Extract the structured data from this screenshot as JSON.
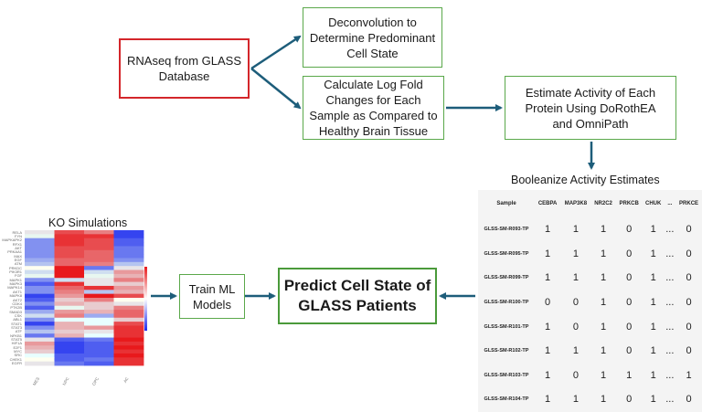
{
  "nodes": {
    "rnaseq": "RNAseq from GLASS\nDatabase",
    "deconvolution": "Deconvolution to\nDetermine Predominant\nCell State",
    "logfold": "Calculate Log Fold\nChanges for Each\nSample as Compared to\nHealthy Brain Tissue",
    "estimate": "Estimate Activity of Each\nProtein Using DoRothEA\nand OmniPath",
    "train": "Train ML\nModels",
    "predict": "Predict Cell State of\nGLASS Patients"
  },
  "ko_title": "KO Simulations",
  "booleanize_title": "Booleanize Activity Estimates",
  "heatmap": {
    "row_labels": [
      "RELA",
      "FYN",
      "MAPKAPK2",
      "RFX1",
      "AKT",
      "PRKAA1",
      "MAX",
      "EGF",
      "ATM",
      "PRKDC",
      "PIK3R1",
      "FGF",
      "MAPK1",
      "MAPK3",
      "MAPK14",
      "AKT1",
      "MAPK8",
      "AKT2",
      "CDK4",
      "PTK2B",
      "SMAD3",
      "CSK",
      "ABL1",
      "STAT1",
      "STAT3",
      "ATF",
      "NFKB1",
      "STAT5",
      "HIF1A",
      "E2F1",
      "MYC",
      "SRC",
      "CHEK1",
      "EGFR"
    ],
    "col_labels": [
      "MES",
      "NPC",
      "OPC",
      "AC"
    ],
    "colors": {
      "high": "#e8191c",
      "low": "#1c2bf0",
      "mid": "#ffffff"
    }
  },
  "table": {
    "headers": [
      "Sample",
      "CEBPA",
      "MAP3K8",
      "NR2C2",
      "PRKCB",
      "CHUK",
      "...",
      "PRKCE"
    ],
    "rows": [
      [
        "GLSS-SM-R093-TP",
        "1",
        "1",
        "1",
        "0",
        "1",
        "...",
        "0"
      ],
      [
        "GLSS-SM-R095-TP",
        "1",
        "1",
        "1",
        "0",
        "1",
        "...",
        "0"
      ],
      [
        "GLSS-SM-R099-TP",
        "1",
        "1",
        "1",
        "0",
        "1",
        "...",
        "0"
      ],
      [
        "GLSS-SM-R100-TP",
        "0",
        "0",
        "1",
        "0",
        "1",
        "...",
        "0"
      ],
      [
        "GLSS-SM-R101-TP",
        "1",
        "0",
        "1",
        "0",
        "1",
        "...",
        "0"
      ],
      [
        "GLSS-SM-R102-TP",
        "1",
        "1",
        "1",
        "0",
        "1",
        "...",
        "0"
      ],
      [
        "GLSS-SM-R103-TP",
        "1",
        "0",
        "1",
        "1",
        "1",
        "...",
        "1"
      ],
      [
        "GLSS-SM-R104-TP",
        "1",
        "1",
        "1",
        "0",
        "1",
        "...",
        "0"
      ]
    ]
  },
  "colors": {
    "arrow": "#1d5d7a",
    "green": "#5aa84a",
    "red": "#d4262b"
  }
}
